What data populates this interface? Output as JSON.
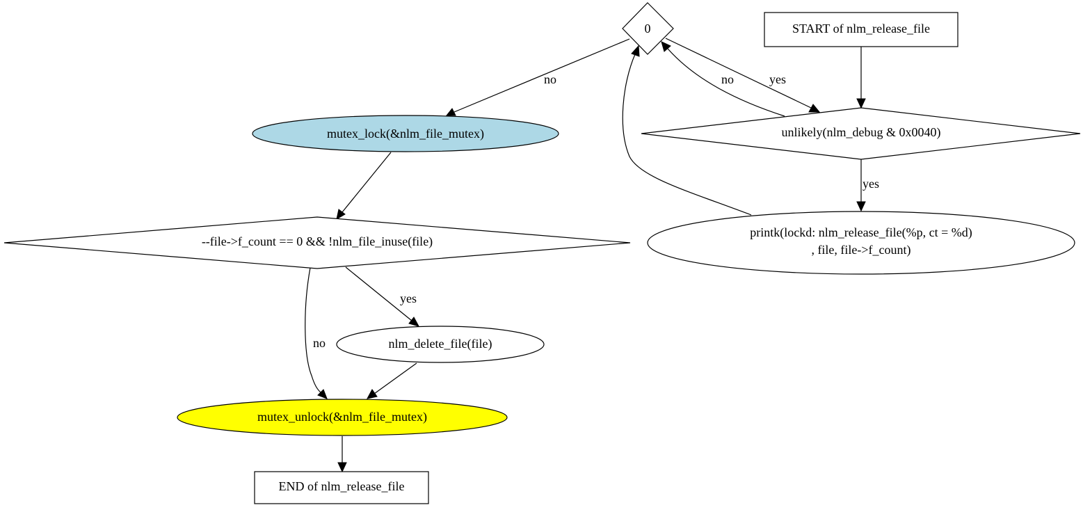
{
  "diagram": {
    "nodes": {
      "cond0": {
        "label": "0"
      },
      "start": {
        "label": "START of nlm_release_file"
      },
      "mutex_lock": {
        "label": "mutex_lock(&nlm_file_mutex)",
        "fill": "#add8e6"
      },
      "unlikely": {
        "label": "unlikely(nlm_debug & 0x0040)"
      },
      "printk": {
        "line1": "printk(lockd: nlm_release_file(%p, ct = %d)",
        "line2": ", file, file->f_count)"
      },
      "count_check": {
        "label": "--file->f_count == 0 && !nlm_file_inuse(file)"
      },
      "delete_file": {
        "label": "nlm_delete_file(file)"
      },
      "mutex_unlock": {
        "label": "mutex_unlock(&nlm_file_mutex)",
        "fill": "#ffff00"
      },
      "end": {
        "label": "END of nlm_release_file"
      }
    },
    "edges": {
      "cond0_to_lock": {
        "from": "0",
        "to": "mutex_lock(&nlm_file_mutex)",
        "label": "no"
      },
      "cond0_to_unlikely": {
        "from": "0",
        "to": "unlikely(nlm_debug & 0x0040)",
        "label": "yes"
      },
      "unlikely_to_cond0": {
        "from": "unlikely(nlm_debug & 0x0040)",
        "to": "0",
        "label": "no"
      },
      "unlikely_to_printk": {
        "from": "unlikely(nlm_debug & 0x0040)",
        "to": "printk",
        "label": "yes"
      },
      "printk_to_cond0": {
        "from": "printk",
        "to": "0",
        "label": ""
      },
      "start_to_unlikely": {
        "from": "START of nlm_release_file",
        "to": "unlikely(nlm_debug & 0x0040)",
        "label": ""
      },
      "lock_to_check": {
        "from": "mutex_lock(&nlm_file_mutex)",
        "to": "--file->f_count == 0 && !nlm_file_inuse(file)",
        "label": ""
      },
      "check_to_delete": {
        "from": "--file->f_count == 0 && !nlm_file_inuse(file)",
        "to": "nlm_delete_file(file)",
        "label": "yes"
      },
      "check_to_unlock": {
        "from": "--file->f_count == 0 && !nlm_file_inuse(file)",
        "to": "mutex_unlock(&nlm_file_mutex)",
        "label": "no"
      },
      "delete_to_unlock": {
        "from": "nlm_delete_file(file)",
        "to": "mutex_unlock(&nlm_file_mutex)",
        "label": ""
      },
      "unlock_to_end": {
        "from": "mutex_unlock(&nlm_file_mutex)",
        "to": "END of nlm_release_file",
        "label": ""
      }
    }
  }
}
